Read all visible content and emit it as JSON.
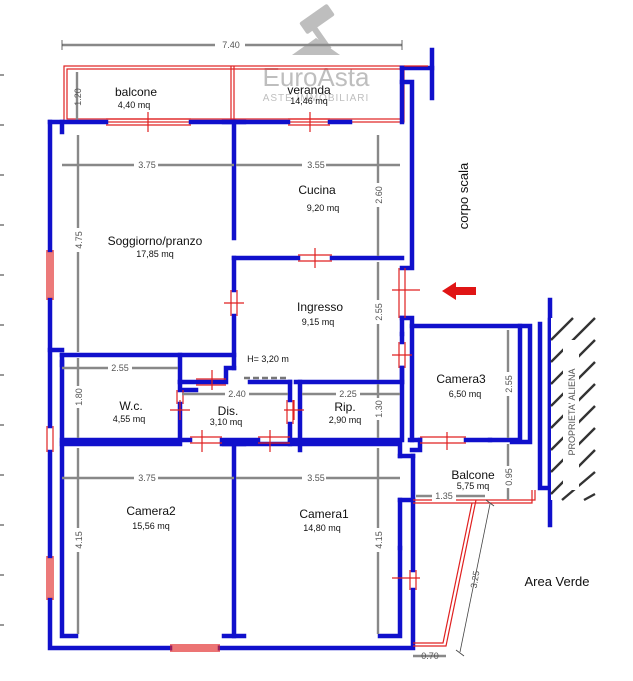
{
  "watermark": {
    "brand": "EuroAsta",
    "tagline": "ASTE IMMOBILIARI"
  },
  "rooms": [
    {
      "key": "balcone_top",
      "name": "balcone",
      "area": "4,40 mq"
    },
    {
      "key": "veranda",
      "name": "veranda",
      "area": "14,46 mq"
    },
    {
      "key": "cucina",
      "name": "Cucina",
      "area": "9,20 mq"
    },
    {
      "key": "soggiorno",
      "name": "Soggiorno/pranzo",
      "area": "17,85 mq"
    },
    {
      "key": "ingresso",
      "name": "Ingresso",
      "area": "9,15 mq"
    },
    {
      "key": "wc",
      "name": "W.c.",
      "area": "4,55 mq"
    },
    {
      "key": "dis",
      "name": "Dis.",
      "area": "3,10 mq"
    },
    {
      "key": "rip",
      "name": "Rip.",
      "area": "2,90 mq"
    },
    {
      "key": "camera3",
      "name": "Camera3",
      "area": "6,50 mq"
    },
    {
      "key": "balcone_right",
      "name": "Balcone",
      "area": "5,75 mq"
    },
    {
      "key": "camera2",
      "name": "Camera2",
      "area": "15,56 mq"
    },
    {
      "key": "camera1",
      "name": "Camera1",
      "area": "14,80 mq"
    }
  ],
  "labels": {
    "height": "H= 3,20 m",
    "corpo_scala": "corpo scala",
    "proprieta": "PROPRIETA' ALIENA",
    "area_verde": "Area Verde"
  },
  "dimensions": {
    "total_width": "7.40",
    "balcone_depth": "1.20",
    "sogg_width": "3.75",
    "cucina_width": "3.55",
    "sogg_height": "4.75",
    "cucina_height": "2.60",
    "ingresso_height": "2.55",
    "wc_width": "2.55",
    "dis_width": "2.40",
    "rip_width": "2.25",
    "wc_height": "1.80",
    "rip_height": "1.30",
    "camera3_height": "2.55",
    "balcone_r_height": "0.95",
    "balcone_r_width": "1.35",
    "cam2_width": "3.75",
    "cam1_width": "3.55",
    "cam2_height": "4.15",
    "cam1_height": "4.15",
    "ramp_length": "3.25",
    "bottom_small": "0.70"
  },
  "colors": {
    "wall": "#1010cc",
    "opening": "#e02020",
    "dimension": "#888888",
    "arrow": "#e01515"
  }
}
